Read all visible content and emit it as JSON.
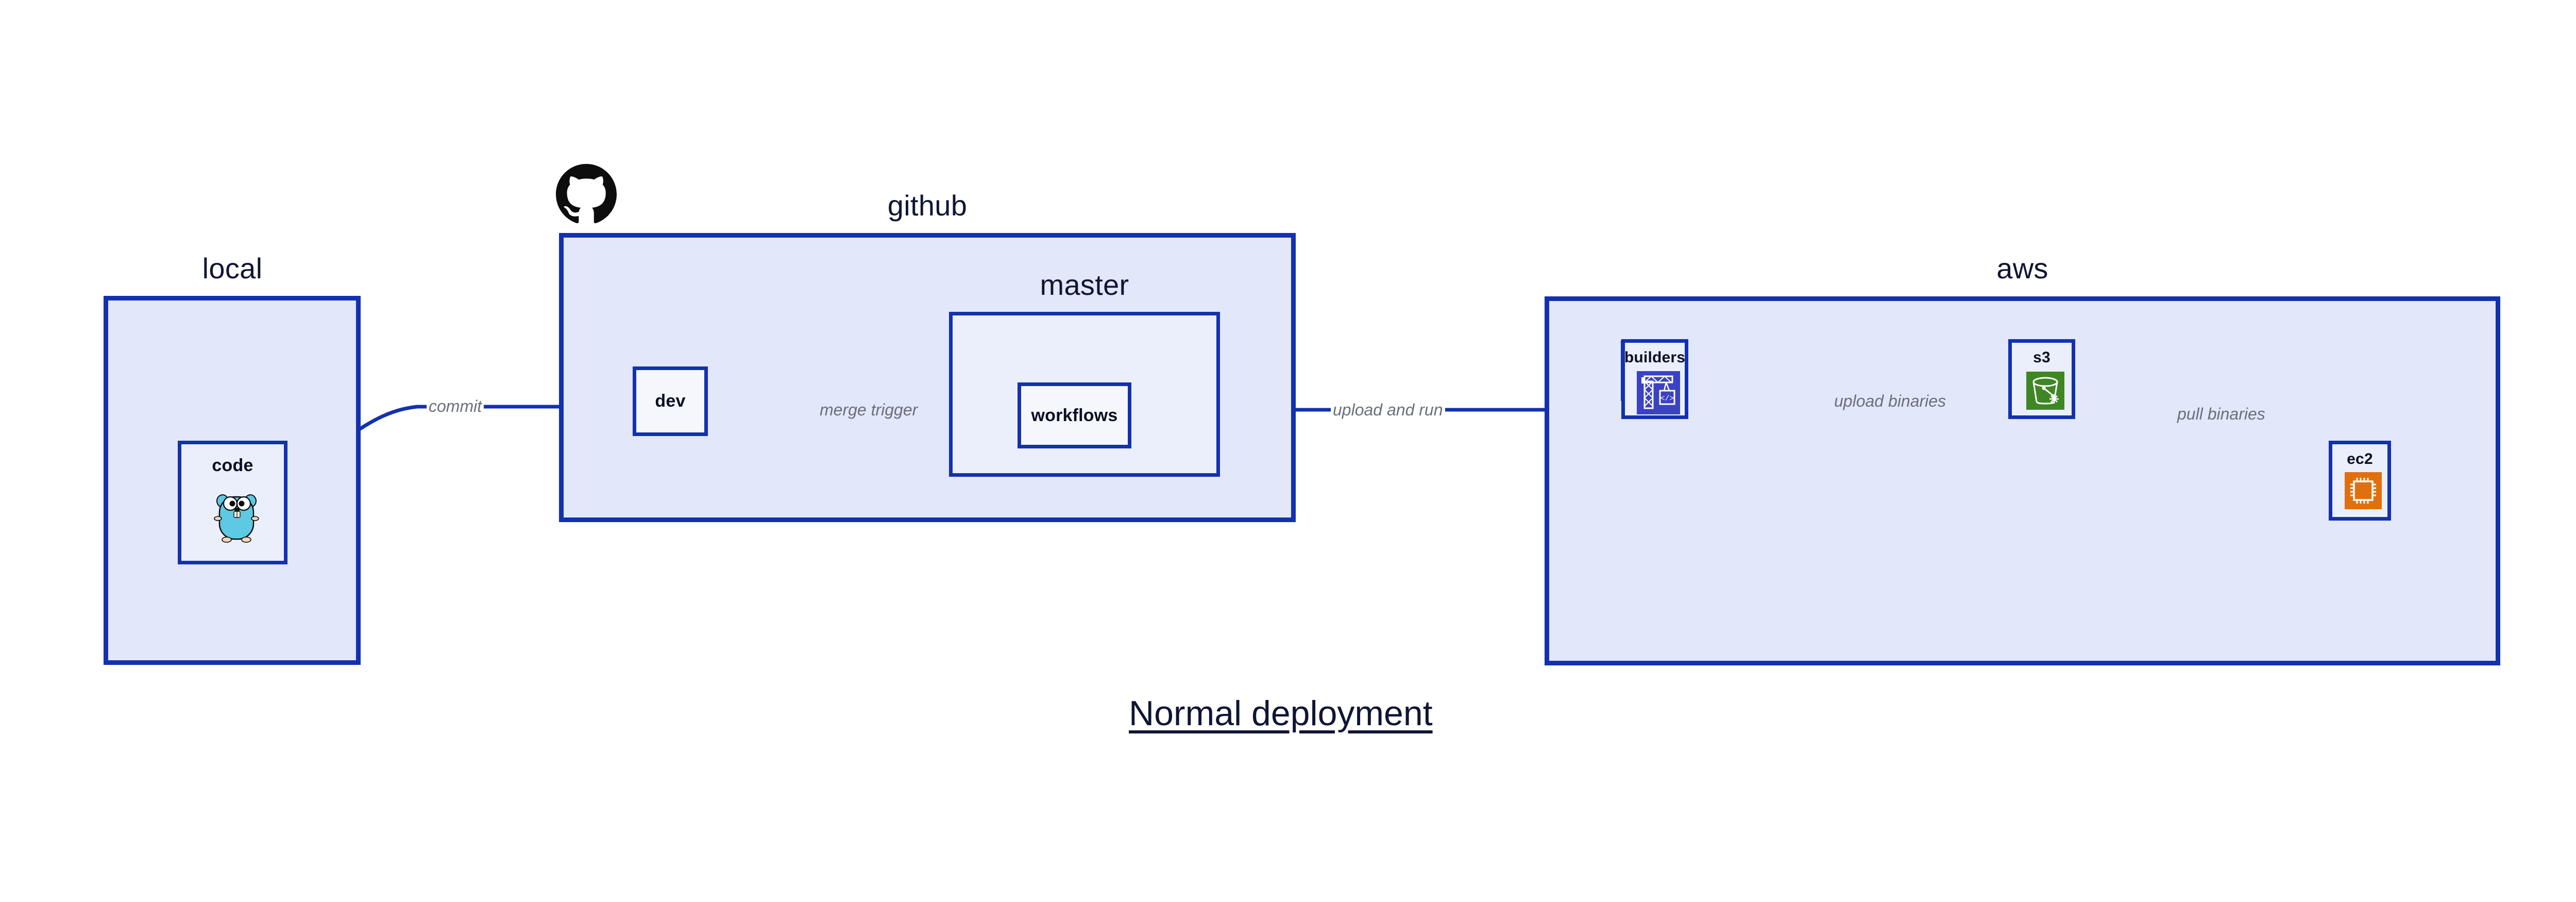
{
  "diagram": {
    "title": "Normal deployment",
    "groups": [
      {
        "id": "local",
        "label": "local"
      },
      {
        "id": "github",
        "label": "github"
      },
      {
        "id": "master",
        "label": "master"
      },
      {
        "id": "aws",
        "label": "aws"
      }
    ],
    "nodes": [
      {
        "id": "code",
        "label": "code",
        "icon": "go-gopher-icon",
        "group": "local"
      },
      {
        "id": "dev",
        "label": "dev",
        "icon": null,
        "group": "github"
      },
      {
        "id": "workflows",
        "label": "workflows",
        "icon": null,
        "group": "master"
      },
      {
        "id": "builders",
        "label": "builders",
        "icon": "aws-codebuild-icon",
        "group": "aws"
      },
      {
        "id": "s3",
        "label": "s3",
        "icon": "aws-s3-bucket-icon",
        "group": "aws"
      },
      {
        "id": "ec2",
        "label": "ec2",
        "icon": "aws-ec2-chip-icon",
        "group": "aws"
      }
    ],
    "edges": [
      {
        "id": "commit",
        "label": "commit",
        "from": "code",
        "to": "dev"
      },
      {
        "id": "merge-trigger",
        "label": "merge trigger",
        "from": "dev",
        "to": "workflows"
      },
      {
        "id": "upload-and-run",
        "label": "upload and run",
        "from": "workflows",
        "to": "builders"
      },
      {
        "id": "upload-binaries",
        "label": "upload binaries",
        "from": "builders",
        "to": "s3"
      },
      {
        "id": "pull-binaries",
        "label": "pull binaries",
        "from": "s3",
        "to": "ec2"
      }
    ],
    "logos": [
      {
        "id": "github-logo",
        "name": "github-octocat-icon"
      }
    ],
    "colors": {
      "group_fill": "#E2E7F9",
      "node_fill": "#EBEFFB",
      "border": "#1331AF",
      "edge": "#1331AF",
      "edge_label": "#6A6F7C",
      "text": "#101534",
      "codebuild": "#3B42C4",
      "s3": "#3F8624",
      "ec2": "#E0700E",
      "gopher": "#5DC9E2"
    }
  }
}
